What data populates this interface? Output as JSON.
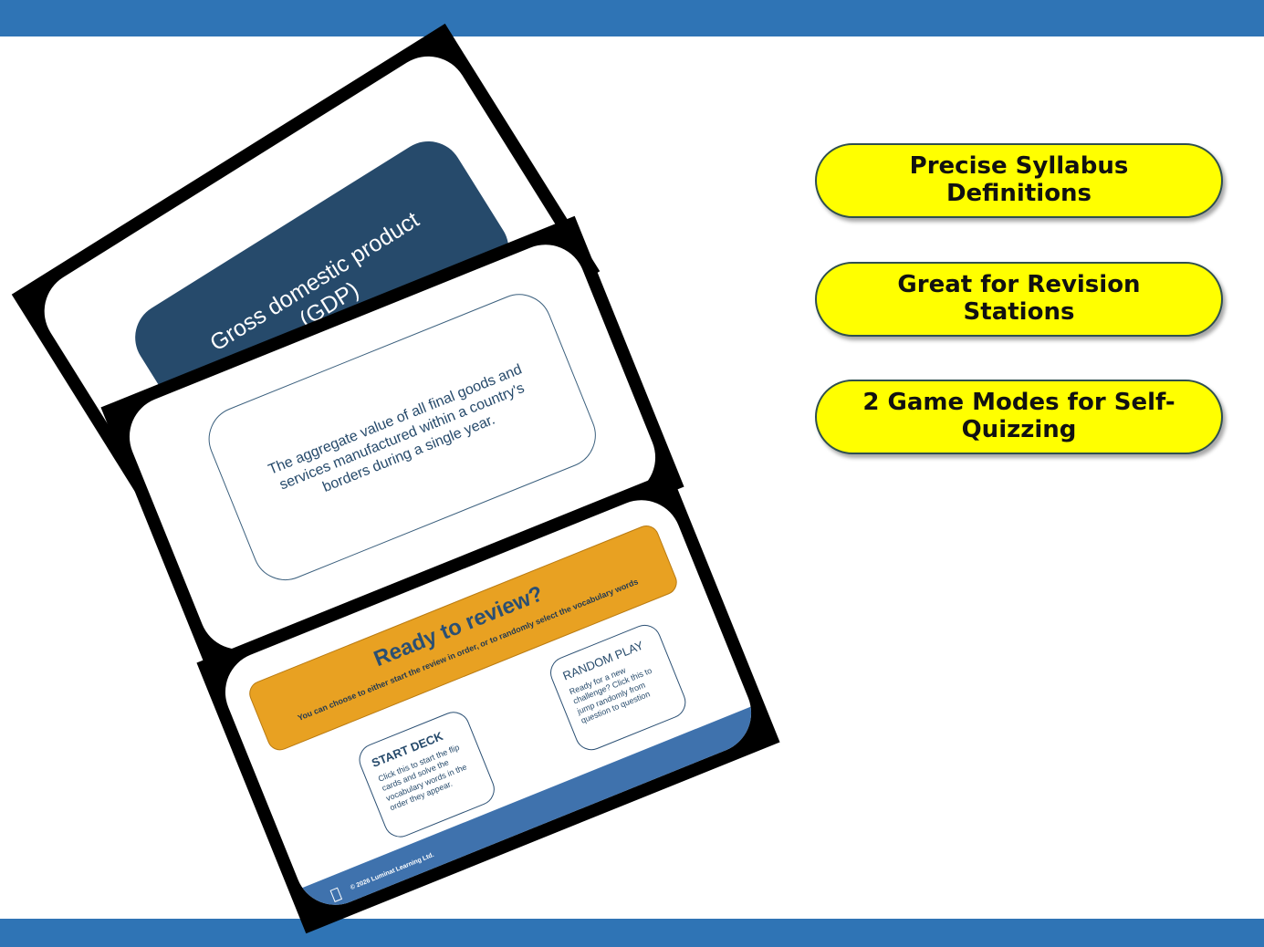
{
  "colors": {
    "band": "#2f74b5",
    "pill_fill": "#ffff00",
    "term_box": "#264a6b",
    "review_bar": "#e8a122"
  },
  "slides": {
    "term": {
      "text_line1": "Gross domestic product",
      "text_line2": "(GDP)"
    },
    "definition": {
      "text": "The aggregate value of all final goods and services manufactured within a country's borders during a single year."
    },
    "menu": {
      "title": "Ready to review?",
      "subtitle": "You can choose to either start the review in order, or to randomly select the vocabulary words",
      "start_title": "START DECK",
      "start_body": "Click this to start the flip cards and solve the vocabulary words in the order they appear.",
      "random_title": "RANDOM PLAY",
      "random_body": "Ready for a new challenge? Click this to jump randomly from question to question",
      "footer": "© 2026 Luminat Learning Ltd."
    }
  },
  "features": [
    "Precise Syllabus Definitions",
    "Great for Revision Stations",
    "2 Game Modes for Self-Quizzing"
  ]
}
